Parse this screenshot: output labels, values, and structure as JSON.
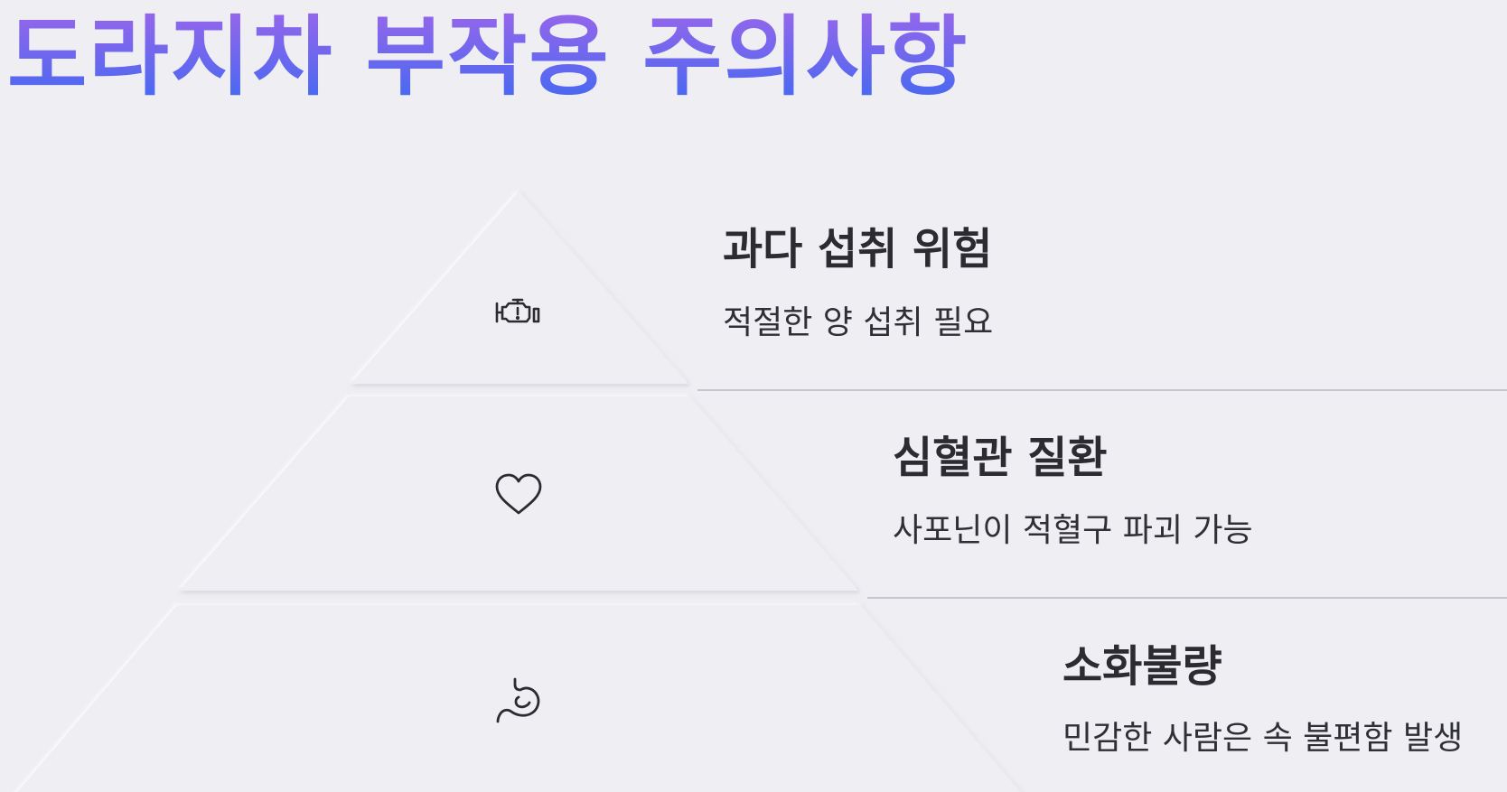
{
  "title": "도라지차 부작용 주의사항",
  "levels": [
    {
      "icon": "engine-warning-icon",
      "title": "과다 섭취 위험",
      "description": "적절한 양 섭취 필요"
    },
    {
      "icon": "heart-icon",
      "title": "심혈관 질환",
      "description": "사포닌이 적혈구 파괴 가능"
    },
    {
      "icon": "stomach-icon",
      "title": "소화불량",
      "description": "민감한 사람은 속 불편함 발생"
    }
  ],
  "colors": {
    "background": "#eeeef3",
    "title_gradient_top": "#9b66ea",
    "title_gradient_bottom": "#3f69f2",
    "text": "#2b2b31",
    "divider": "#c6c6d0"
  }
}
